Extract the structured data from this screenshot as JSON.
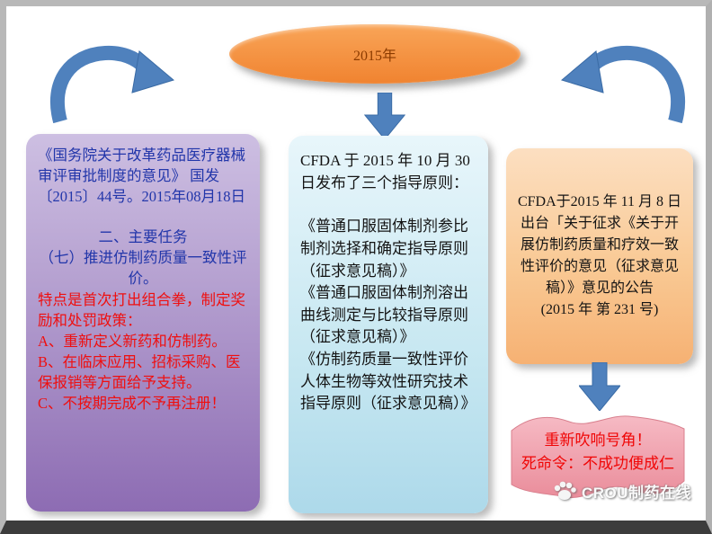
{
  "ellipse": {
    "label": "2015年"
  },
  "left_box": {
    "para1": "《国务院关于改革药品医疗器械审评审批制度的意见》 国发〔2015〕44号。2015年08月18日",
    "para2": "二、主要任务",
    "para3": "（七）推进仿制药质量一致性评价。",
    "para4": "特点是首次打出组合拳，制定奖励和处罚政策：",
    "para5": "A、重新定义新药和仿制药。",
    "para6": "B、在临床应用、招标采购、医保报销等方面给予支持。",
    "para7": "C、不按期完成不予再注册！"
  },
  "middle_box": {
    "para1": "CFDA 于 2015 年 10 月 30 日发布了三个指导原则：",
    "para2": "《普通口服固体制剂参比制剂选择和确定指导原则（征求意见稿）》",
    "para3": "《普通口服固体制剂溶出曲线测定与比较指导原则（征求意见稿）》",
    "para4": "《仿制药质量一致性评价人体生物等效性研究技术指导原则（征求意见稿）》"
  },
  "right_box": {
    "para1": "CFDA于2015 年 11 月 8 日出台「关于征求《关于开展仿制药质量和疗效一致性评价的意见（征求意见稿）》意见的公告",
    "para2": "(2015 年 第 231 号)"
  },
  "banner": {
    "line1": "重新吹响号角！",
    "line2": "死命令：不成功便成仁"
  },
  "watermark": {
    "label": "CROU制药在线"
  },
  "colors": {
    "ellipse_orange": "#f79646",
    "arrow_blue": "#4f81bd",
    "left_box_purple": "#8d6cb3",
    "middle_box_cyan": "#add9ea",
    "right_box_peach": "#f6b173",
    "banner_pink": "#ea8d9b",
    "blue_text": "#2236aa",
    "red_text": "#ef0f0f"
  }
}
